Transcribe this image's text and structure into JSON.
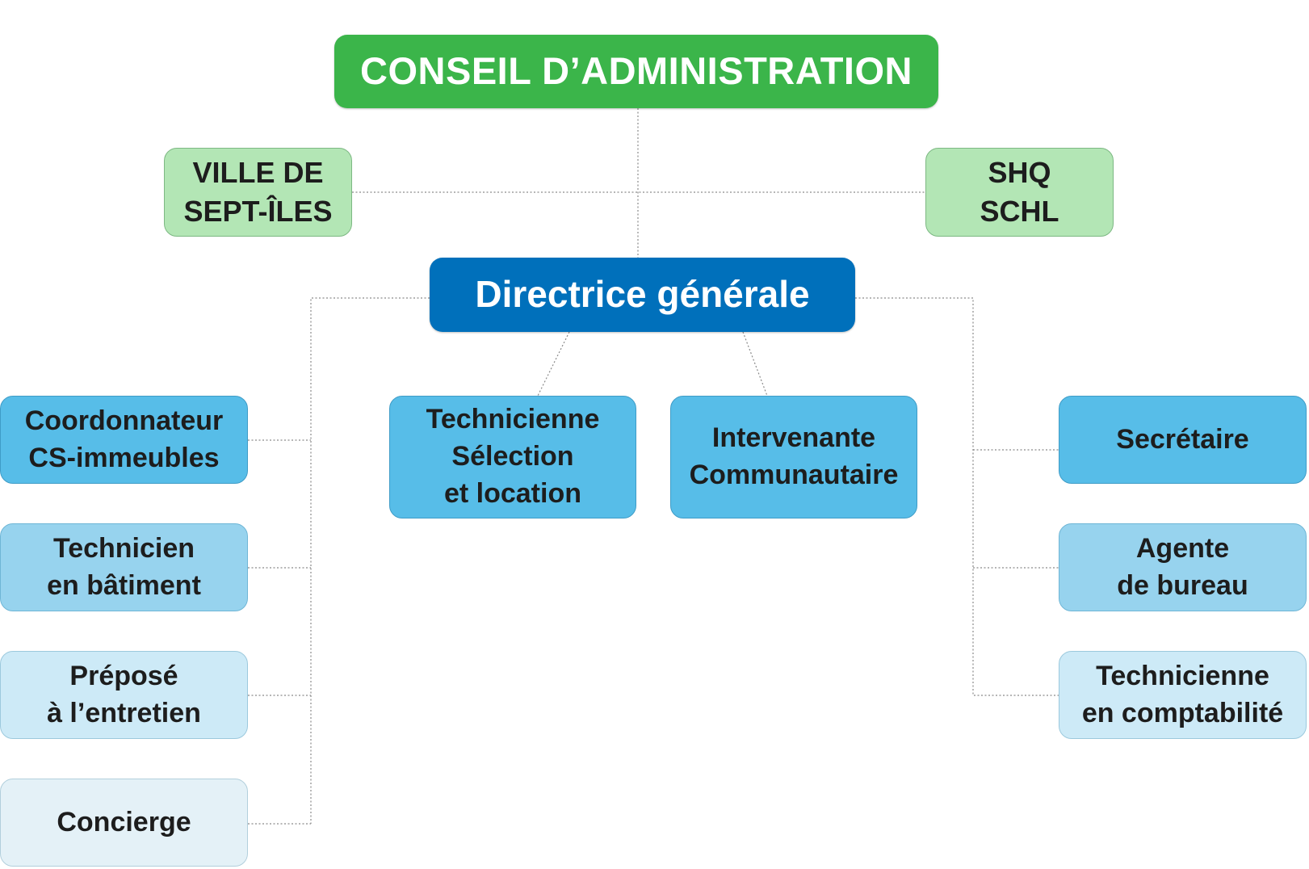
{
  "board": {
    "label": "CONSEIL D’ADMINISTRATION",
    "color": "#3bb54a"
  },
  "partners": {
    "left": "VILLE DE\nSEPT-ÎLES",
    "right": "SHQ\nSCHL",
    "color": "#b3e6b5"
  },
  "director": {
    "label": "Directrice générale",
    "color": "#0070bb"
  },
  "left_column": [
    {
      "label": "Coordonnateur\nCS-immeubles"
    },
    {
      "label": "Technicien\nen bâtiment"
    },
    {
      "label": "Préposé\nà l’entretien"
    },
    {
      "label": "Concierge"
    }
  ],
  "middle": [
    {
      "label": "Technicienne\nSélection\net location"
    },
    {
      "label": "Intervenante\nCommunautaire"
    }
  ],
  "right_column": [
    {
      "label": "Secrétaire"
    },
    {
      "label": "Agente\nde bureau"
    },
    {
      "label": "Technicienne\nen comptabilité"
    }
  ],
  "palette": {
    "level1": "#57bde8",
    "level2": "#97d3ee",
    "level3": "#cdeaf7",
    "level4": "#e4f1f7",
    "connector": "#8a8a8a"
  }
}
